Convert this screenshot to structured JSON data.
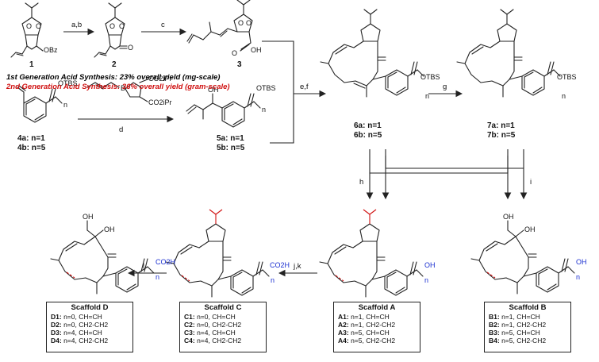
{
  "compounds": {
    "c1": "1",
    "c2": "2",
    "c3": "3",
    "c4a": "4a: n=1",
    "c4b": "4b: n=5",
    "c5a": "5a: n=1",
    "c5b": "5b: n=5",
    "c6a": "6a: n=1",
    "c6b": "6b: n=5",
    "c7a": "7a: n=1",
    "c7b": "7b: n=5"
  },
  "reagents": {
    "ab": "a,b",
    "c": "c",
    "d": "d",
    "ef": "e,f",
    "g": "g",
    "h": "h",
    "i": "i",
    "jk": "j,k",
    "l": "l"
  },
  "notes": {
    "first_gen": "1st Generation Acid Synthesis: 23% overall yield (mg-scale)",
    "second_gen": "2nd Generation Acid Synthesis: 36% overall yield (gram-scale)"
  },
  "groups": {
    "obz": "OBz",
    "otbs": "OTBS",
    "oh": "OH",
    "co2h": "CO2H",
    "co2ipr": "CO2iPr",
    "n": "n",
    "o": "O",
    "b": "B"
  },
  "scaffolds": {
    "D": {
      "title": "Scaffold D",
      "rows": [
        {
          "id": "D1:",
          "text": "n=0, CH=CH"
        },
        {
          "id": "D2:",
          "text": "n=0, CH2-CH2"
        },
        {
          "id": "D3:",
          "text": "n=4, CH=CH"
        },
        {
          "id": "D4:",
          "text": "n=4, CH2-CH2"
        }
      ]
    },
    "C": {
      "title": "Scaffold C",
      "rows": [
        {
          "id": "C1:",
          "text": "n=0, CH=CH"
        },
        {
          "id": "C2:",
          "text": "n=0, CH2-CH2"
        },
        {
          "id": "C3:",
          "text": "n=4, CH=CH"
        },
        {
          "id": "C4:",
          "text": "n=4, CH2-CH2"
        }
      ]
    },
    "A": {
      "title": "Scaffold A",
      "rows": [
        {
          "id": "A1:",
          "text": "n=1, CH=CH"
        },
        {
          "id": "A2:",
          "text": "n=1, CH2-CH2"
        },
        {
          "id": "A3:",
          "text": "n=5, CH=CH"
        },
        {
          "id": "A4:",
          "text": "n=5, CH2-CH2"
        }
      ]
    },
    "B": {
      "title": "Scaffold B",
      "rows": [
        {
          "id": "B1:",
          "text": "n=1, CH=CH"
        },
        {
          "id": "B2:",
          "text": "n=1, CH2-CH2"
        },
        {
          "id": "B3:",
          "text": "n=5, CH=CH"
        },
        {
          "id": "B4:",
          "text": "n=5, CH2-CH2"
        }
      ]
    }
  },
  "colors": {
    "accent_blue": "#1a2fd0",
    "accent_red": "#d01010"
  }
}
